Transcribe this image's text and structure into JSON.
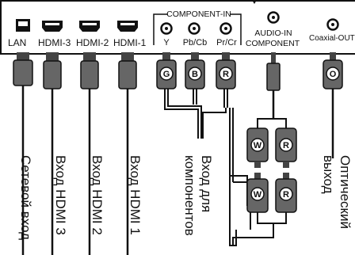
{
  "panel": {
    "ports": {
      "lan": "LAN",
      "hdmi3": "HDMI-3",
      "hdmi2": "HDMI-2",
      "hdmi1": "HDMI-1",
      "component_group": "COMPONENT-IN",
      "y": "Y",
      "pb": "Pb/Cb",
      "pr": "Pr/Cr",
      "audio_line1": "AUDIO-IN",
      "audio_line2": "COMPONENT",
      "coaxial": "Coaxial-OUT"
    }
  },
  "plugs": {
    "g": "G",
    "b": "B",
    "r": "R",
    "w": "W",
    "o": "O"
  },
  "labels": {
    "lan": "Сетевой вход",
    "hdmi3": "Вход HDMI 3",
    "hdmi2": "Вход HDMI 2",
    "hdmi1": "Вход HDMI 1",
    "component_line1": "Вход для",
    "component_line2": "компонентов",
    "optical_line1": "Оптический",
    "optical_line2": "выход"
  }
}
